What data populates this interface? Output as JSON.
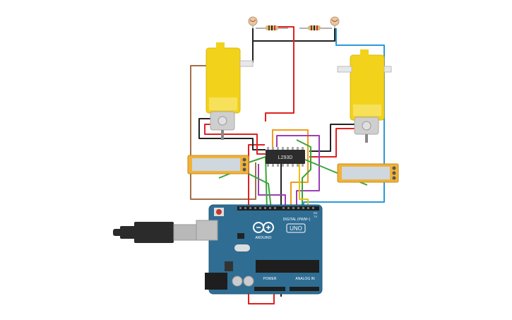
{
  "circuit": {
    "driver_ic": {
      "label": "L293D"
    },
    "arduino": {
      "logo_text": "ARDUINO",
      "model_badge": "UNO",
      "digital_header_label": "DIGITAL (PWM~)",
      "power_header_label": "POWER",
      "analog_header_label": "ANALOG IN",
      "tx_label": "TX",
      "rx_label": "RX"
    },
    "colors": {
      "arduino_board": "#2f6d93",
      "motor_body": "#f2d21b",
      "motor_shaft": "#c9c9c9",
      "wire_red": "#e02020",
      "wire_black": "#222222",
      "wire_brown": "#a0704a",
      "wire_blue": "#2a9ad6",
      "wire_green": "#3aa53a",
      "wire_orange": "#f29a1b",
      "wire_purple": "#9b3fb5",
      "wire_yellow": "#e8c20f",
      "usb_plug": "#2b2b2b",
      "photoresistor": "#e7c9a4"
    },
    "components": [
      "photoresistor-left",
      "photoresistor-right",
      "resistor-left",
      "resistor-right",
      "dc-motor-left",
      "dc-motor-right",
      "wheel-encoder-left",
      "wheel-encoder-right",
      "motor-driver-ic",
      "arduino-uno",
      "usb-cable"
    ]
  }
}
